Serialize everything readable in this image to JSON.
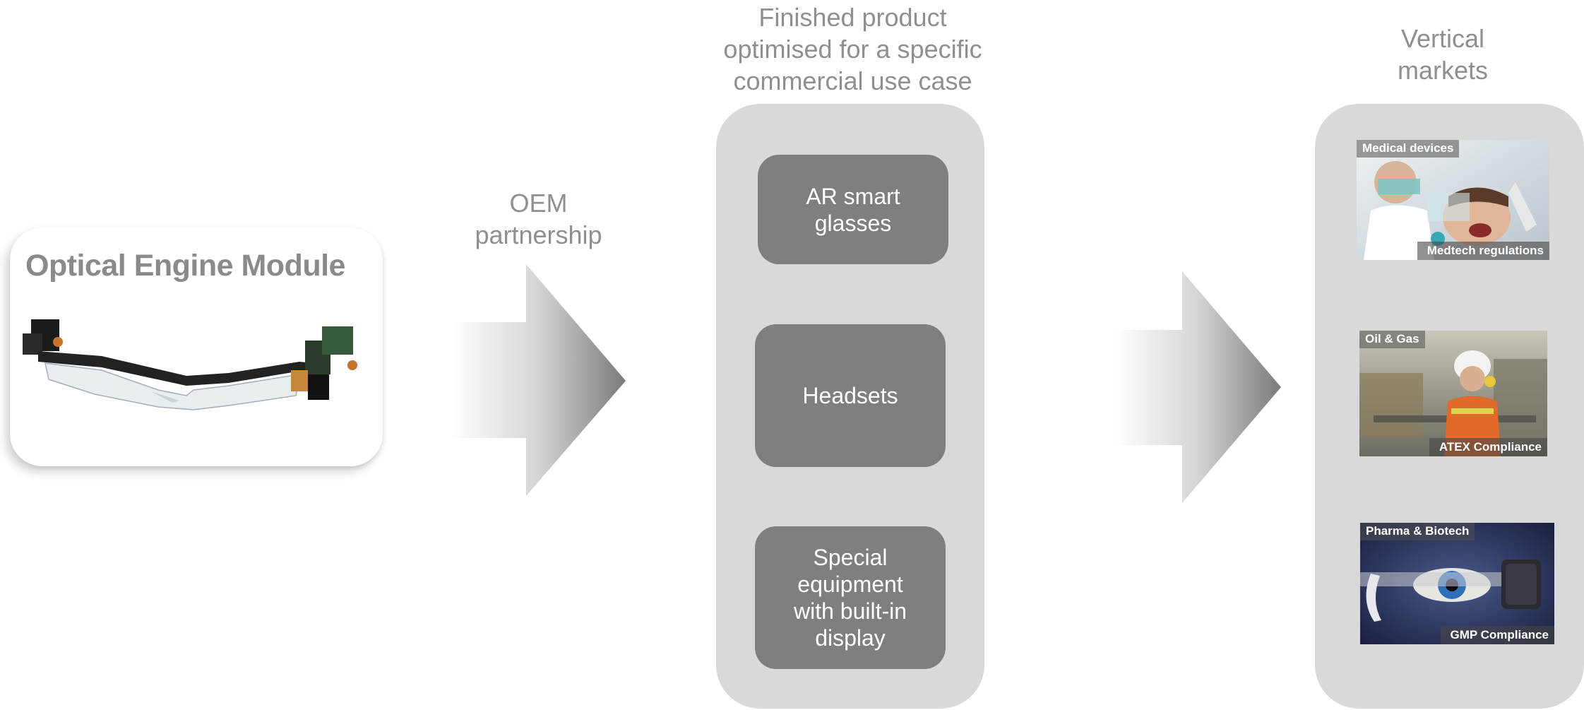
{
  "module": {
    "title": "Optical Engine Module",
    "image_icon": "ar-glasses-optical-engine-image"
  },
  "oem": {
    "label": "OEM\npartnership"
  },
  "finished": {
    "heading": "Finished product\noptimised for a specific\ncommercial use case",
    "boxes": [
      {
        "label": "AR smart\nglasses"
      },
      {
        "label": "Headsets"
      },
      {
        "label": "Special\nequipment\nwith built-in\ndisplay"
      }
    ]
  },
  "vertical": {
    "heading": "Vertical\nmarkets",
    "tiles": [
      {
        "top": "Medical devices",
        "bottom": "Medtech regulations",
        "image_icon": "dentist-with-ar-glasses-image"
      },
      {
        "top": "Oil & Gas",
        "bottom": "ATEX Compliance",
        "image_icon": "industrial-worker-image"
      },
      {
        "top": "Pharma & Biotech",
        "bottom": "GMP Compliance",
        "image_icon": "eye-behind-smart-glasses-image"
      }
    ]
  },
  "colors": {
    "column_bg": "#d9d9d9",
    "box_bg": "#7f7f7f",
    "label_gray": "#8f8f8f",
    "title_gray": "#8a8a8a"
  }
}
